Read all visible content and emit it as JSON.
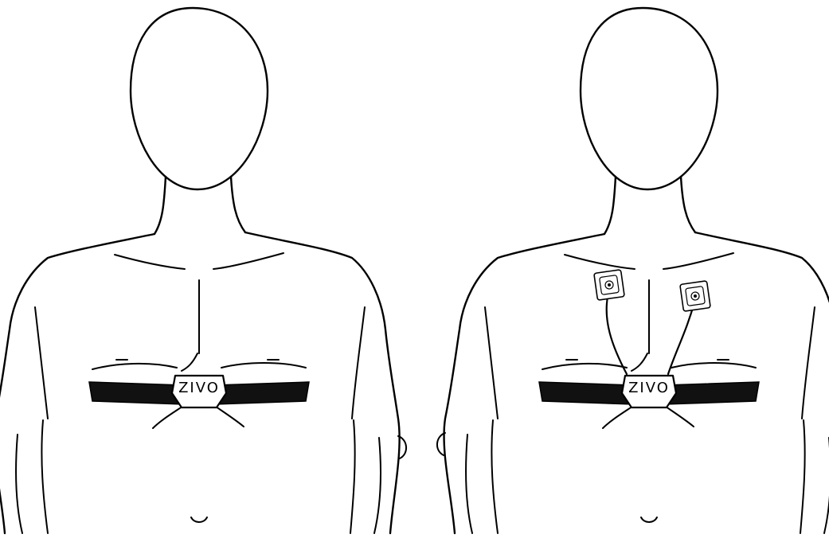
{
  "figures": [
    {
      "id": "strap-only",
      "device_label": "ZIVO",
      "electrode_pads": 0
    },
    {
      "id": "strap-with-electrodes",
      "device_label": "ZIVO",
      "electrode_pads": 2
    }
  ],
  "colors": {
    "line": "#000000",
    "strap": "#111111",
    "background": "#ffffff"
  }
}
